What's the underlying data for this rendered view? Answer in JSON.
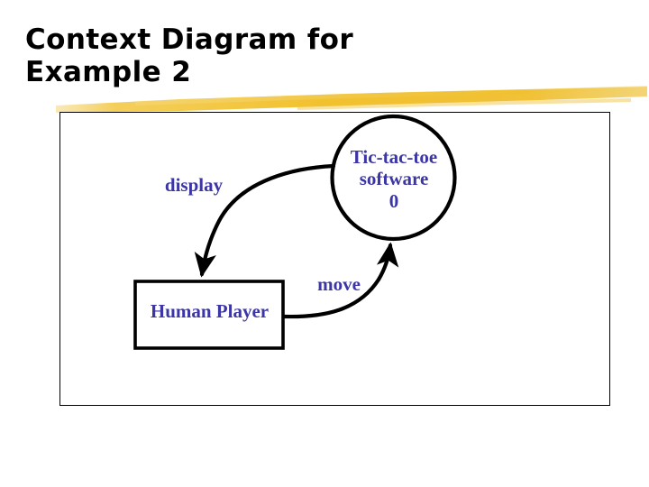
{
  "slide": {
    "title": "Context Diagram for\nExample 2",
    "background_color": "#FFFFFF",
    "accent_color": "#F2C12E",
    "label_color": "#3B35A6",
    "line_color": "#000000"
  },
  "diagram": {
    "type": "context-diagram",
    "frame": {
      "label": "diagram-frame"
    },
    "process": {
      "id": "0",
      "name": "Tic-tac-toe software",
      "label": "Tic-tac-toe\nsoftware\n0",
      "shape": "circle"
    },
    "external_entity": {
      "name": "Human Player",
      "label": "Human Player",
      "shape": "rectangle"
    },
    "data_flows": [
      {
        "label": "display",
        "from": "Tic-tac-toe software",
        "to": "Human Player",
        "direction": "process-to-entity"
      },
      {
        "label": "move",
        "from": "Human Player",
        "to": "Tic-tac-toe software",
        "direction": "entity-to-process"
      }
    ]
  }
}
